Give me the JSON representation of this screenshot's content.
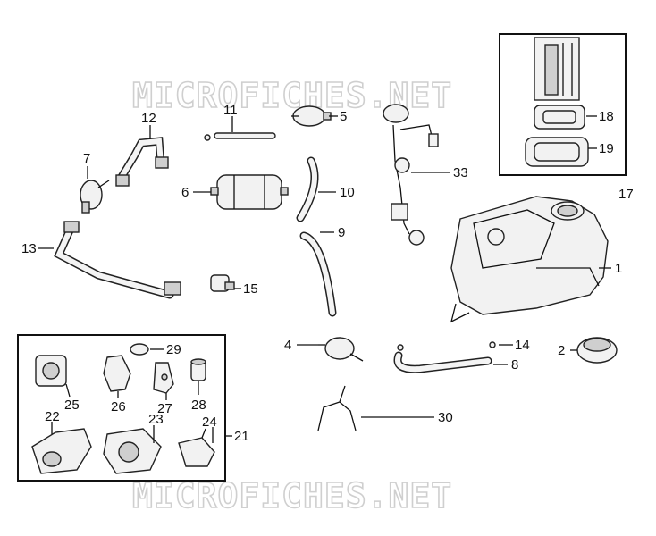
{
  "watermark": {
    "top": "MICROFICHES.NET",
    "bottom": "MICROFICHES.NET"
  },
  "callouts": {
    "c1": "1",
    "c2": "2",
    "c4": "4",
    "c5": "5",
    "c6": "6",
    "c7": "7",
    "c8": "8",
    "c9": "9",
    "c10": "10",
    "c11": "11",
    "c12": "12",
    "c13": "13",
    "c14": "14",
    "c15": "15",
    "c17": "17",
    "c18": "18",
    "c19": "19",
    "c21": "21",
    "c22": "22",
    "c23": "23",
    "c24": "24",
    "c25": "25",
    "c26": "26",
    "c27": "27",
    "c28": "28",
    "c29": "29",
    "c30": "30",
    "c33": "33"
  }
}
